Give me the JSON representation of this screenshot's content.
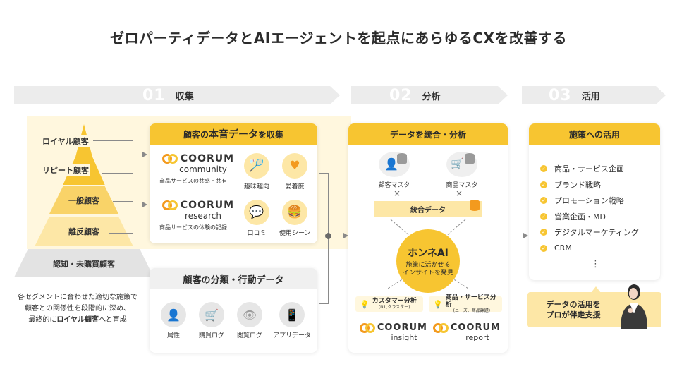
{
  "title": "ゼロパーティデータとAIエージェントを起点にあらゆるCXを改善する",
  "stages": [
    {
      "num": "01",
      "label": "収集"
    },
    {
      "num": "02",
      "label": "分析"
    },
    {
      "num": "03",
      "label": "活用"
    }
  ],
  "pyramid": {
    "tiers": [
      "一般顧客",
      "離反顧客",
      "認知・未購買顧客"
    ],
    "side_labels": [
      "ロイヤル顧客",
      "リピート顧客"
    ],
    "note_lines": [
      "各セグメントに合わせた適切な施策で",
      "顧客との関係性を段階的に深め、"
    ],
    "note_last_prefix": "最終的に",
    "note_last_bold": "ロイヤル顧客",
    "note_last_suffix": "へと育成",
    "colors": {
      "top": "#f7c531",
      "mid": "#f9d368",
      "low": "#fde7a6",
      "base": "#e3e3e3"
    }
  },
  "collect_card": {
    "title_pre": "顧客の",
    "title_big": "本音データ",
    "title_post": "を収集",
    "products": [
      {
        "brand": "COORUM",
        "sub": "community",
        "desc": "商品サービスの共感・共有"
      },
      {
        "brand": "COORUM",
        "sub": "research",
        "desc": "商品サービスの体験の記録"
      }
    ],
    "icons": [
      {
        "label": "趣味趣向",
        "glyph": "🏸"
      },
      {
        "label": "愛着度",
        "glyph": "♥"
      },
      {
        "label": "口コミ",
        "glyph": "💬"
      },
      {
        "label": "使用シーン",
        "glyph": "🍔"
      }
    ]
  },
  "behavior_card": {
    "title": "顧客の分類・行動データ",
    "icons": [
      {
        "label": "属性",
        "glyph": "👤"
      },
      {
        "label": "購買ログ",
        "glyph": "🛒"
      },
      {
        "label": "閲覧ログ",
        "glyph": "👁"
      },
      {
        "label": "アプリデータ",
        "glyph": "📱"
      }
    ]
  },
  "analysis_card": {
    "title": "データを統合・分析",
    "masters": [
      {
        "label": "顧客マスタ",
        "glyph": "👤"
      },
      {
        "label": "商品マスタ",
        "glyph": "🛒"
      }
    ],
    "cross": "×",
    "integrated": "統合データ",
    "ai_title": "ホンネAI",
    "ai_sub_1": "施策に活かせる",
    "ai_sub_2": "インサイトを発見",
    "outputs": [
      {
        "main": "カスタマー分析",
        "sub": "(N1,クラスター)",
        "brand": "COORUM",
        "product": "insight"
      },
      {
        "main": "商品・サービス分析",
        "sub": "(ニーズ、商品課題)",
        "brand": "COORUM",
        "product": "report"
      }
    ]
  },
  "use_card": {
    "title": "施策への活用",
    "items": [
      "商品・サービス企画",
      "ブランド戦略",
      "プロモーション戦略",
      "営業企画・MD",
      "デジタルマーケティング",
      "CRM"
    ],
    "more": "⋮",
    "support_line_1": "データの活用を",
    "support_line_2": "プロが伴走支援"
  },
  "colors": {
    "accent": "#f7c531",
    "orange": "#f39a1e",
    "pale": "#fff7de"
  }
}
